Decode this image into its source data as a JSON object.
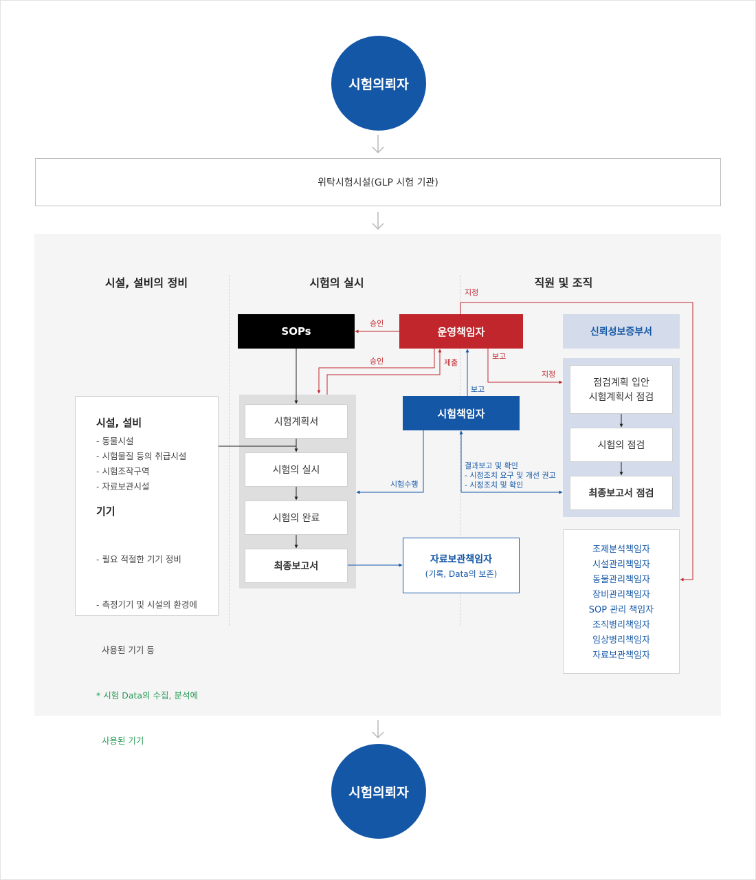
{
  "top_node": "시험의뢰자",
  "bottom_node": "시험의뢰자",
  "facility": "위탁시험시설(GLP 시험 기관)",
  "columns": {
    "left": "시설, 설비의 정비",
    "middle": "시험의 실시",
    "right": "직원 및 조직"
  },
  "left_panel": {
    "heading1": "시설, 설비",
    "items1": [
      "- 동물시설",
      "- 시험물질 등의 취급시설",
      "- 시험조작구역",
      "- 자료보관시설"
    ],
    "heading2": "기기",
    "items2": [
      "- 필요 적절한 기기 정비",
      "- 측정기기 및 시설의 환경에",
      "  사용된 기기 등"
    ],
    "note": [
      "* 시험 Data의 수집, 분석에",
      "  사용된 기기"
    ]
  },
  "sops": "SOPs",
  "management": "운영책임자",
  "qa_dept": "신뢰성보증부서",
  "study_director": "시험책임자",
  "flow_steps": [
    "시험계획서",
    "시험의 실시",
    "시험의 완료",
    "최종보고서"
  ],
  "qa_steps": [
    "점검계획 입안",
    "시험계획서 점검",
    "시험의 점검",
    "최종보고서 점검"
  ],
  "archive": {
    "title": "자료보관책임자",
    "sub": "(기록, Data의 보존)"
  },
  "staff_list": [
    "조제분석책임자",
    "시설관리책임자",
    "동물관리책임자",
    "장비관리책임자",
    "SOP 관리 책임자",
    "조직병리책임자",
    "임상병리책임자",
    "자료보관책임자"
  ],
  "labels": {
    "designate_top": "지정",
    "approve1": "승인",
    "approve2": "승인",
    "submit": "제출",
    "report1": "보고",
    "report2": "보고",
    "designate_qa": "지정",
    "perform": "시험수행",
    "result_report": [
      "결과보고 및 확인",
      "- 시정조치 요구 및 개선 권고",
      "- 시정조치 및 확인"
    ]
  },
  "colors": {
    "blue": "#1457a6",
    "red": "#c0262c",
    "black": "#000000",
    "qa_bg": "#d4dceb"
  }
}
